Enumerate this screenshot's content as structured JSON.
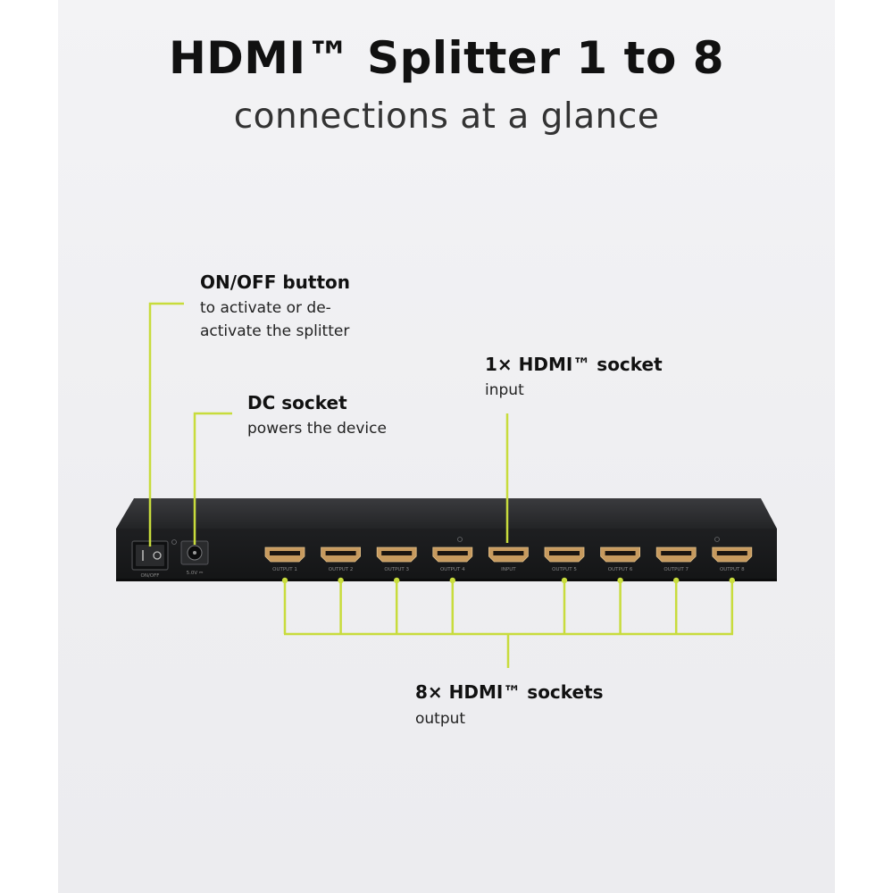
{
  "heading": {
    "title": "HDMI™ Splitter 1 to 8",
    "subtitle": "connections at a glance"
  },
  "callouts": {
    "on_off": {
      "title": "ON/OFF button",
      "desc_line1": "to activate or de-",
      "desc_line2": "activate the splitter"
    },
    "dc_socket": {
      "title": "DC socket",
      "desc": "powers the device"
    },
    "input": {
      "title": "1× HDMI™ socket",
      "desc": "input"
    },
    "outputs": {
      "title": "8× HDMI™ sockets",
      "desc": "output"
    }
  },
  "device": {
    "switch_label": "ON/OFF",
    "power_label": "5.0V ⎓",
    "ports": [
      {
        "label": "OUTPUT 1",
        "type": "output"
      },
      {
        "label": "OUTPUT 2",
        "type": "output"
      },
      {
        "label": "OUTPUT 3",
        "type": "output"
      },
      {
        "label": "OUTPUT 4",
        "type": "output"
      },
      {
        "label": "INPUT",
        "type": "input"
      },
      {
        "label": "OUTPUT 5",
        "type": "output"
      },
      {
        "label": "OUTPUT 6",
        "type": "output"
      },
      {
        "label": "OUTPUT 7",
        "type": "output"
      },
      {
        "label": "OUTPUT 8",
        "type": "output"
      }
    ]
  },
  "colors": {
    "accent_line": "#c8dc3c",
    "device_body": "#1c1d1f",
    "port_gold": "#c79a5e"
  }
}
